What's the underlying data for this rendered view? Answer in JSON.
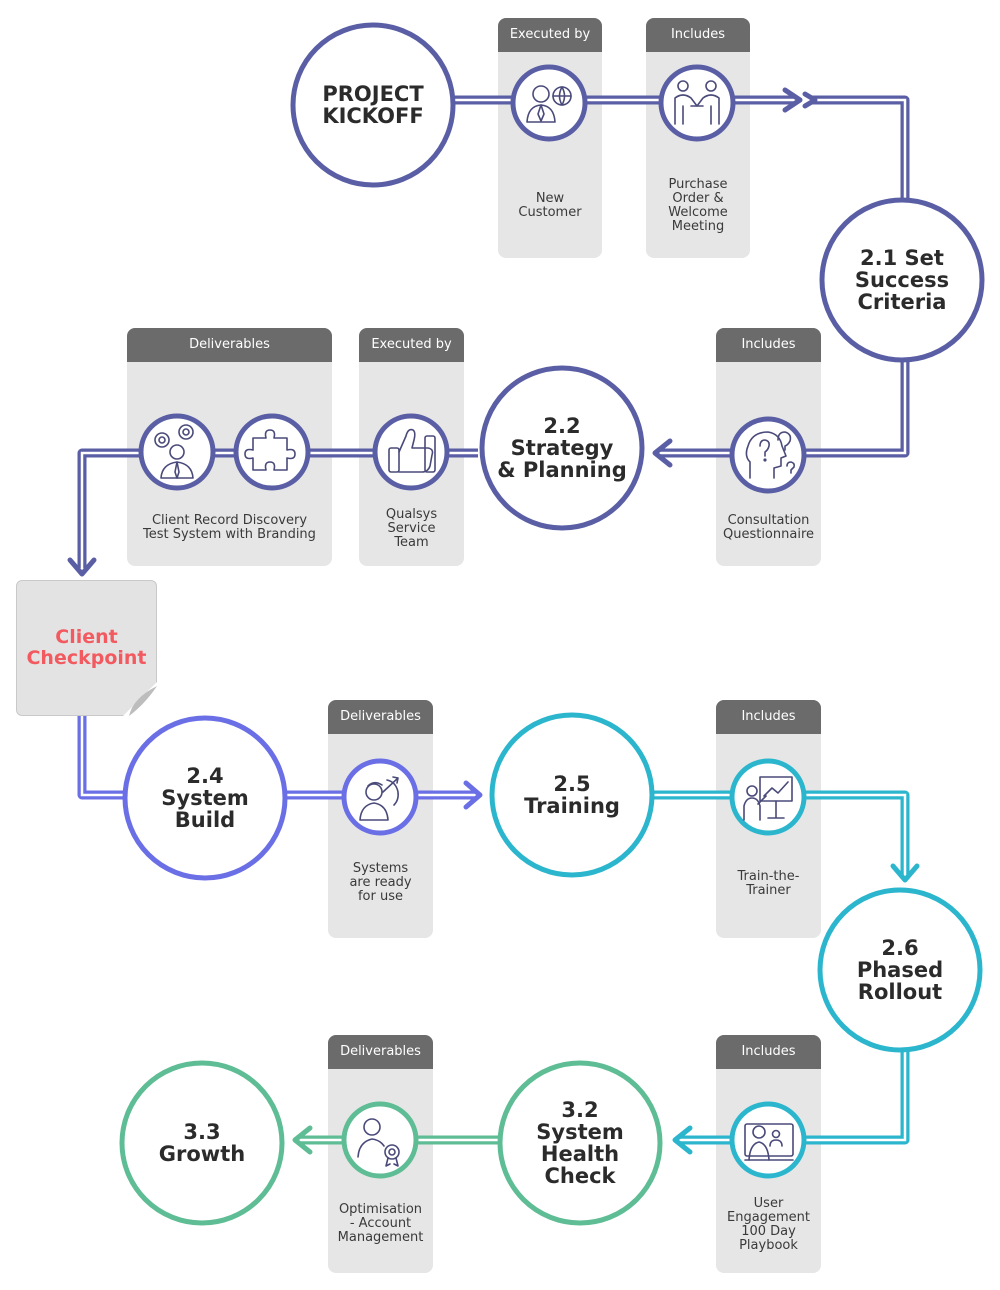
{
  "colors": {
    "navy": "#5a5ea4",
    "indigo": "#6b6fe6",
    "teal": "#2bb6cd",
    "green": "#5ebd94",
    "panel": "#e6e6e6",
    "panel_header": "#6b6b6b",
    "checkpoint_text": "#f25a60"
  },
  "nodes": {
    "kickoff": "PROJECT\nKICKOFF",
    "n21": "2.1 Set\nSuccess\nCriteria",
    "n22": "2.2\nStrategy\n& Planning",
    "n24": "2.4\nSystem\nBuild",
    "n25": "2.5\nTraining",
    "n26": "2.6\nPhased\nRollout",
    "n32": "3.2\nSystem\nHealth\nCheck",
    "n33": "3.3\nGrowth"
  },
  "checkpoint": "Client\nCheckpoint",
  "panels": {
    "p1": {
      "header": "Executed by",
      "text": "New\nCustomer",
      "icon": "customer-globe-icon"
    },
    "p2": {
      "header": "Includes",
      "text": "Purchase\nOrder &\nWelcome\nMeeting",
      "icon": "handshake-icon"
    },
    "p3": {
      "header": "Includes",
      "text": "Consultation\nQuestionnaire",
      "icon": "question-head-icon"
    },
    "p4": {
      "header": "Executed by",
      "text": "Qualsys\nService\nTeam",
      "icon": "thumbs-up-icon"
    },
    "p5": {
      "header": "Deliverables",
      "text": "Client Record Discovery\nTest System with Branding",
      "icon1": "gears-person-icon",
      "icon2": "puzzle-icon"
    },
    "p6": {
      "header": "Deliverables",
      "text": "Systems\nare ready\nfor use",
      "icon": "target-person-icon"
    },
    "p7": {
      "header": "Includes",
      "text": "Train-the-\nTrainer",
      "icon": "presentation-icon"
    },
    "p8": {
      "header": "Includes",
      "text": "User\nEngagement\n100 Day\nPlaybook",
      "icon": "video-call-icon"
    },
    "p9": {
      "header": "Deliverables",
      "text": "Optimisation\n- Account\nManagement",
      "icon": "award-person-icon"
    }
  }
}
